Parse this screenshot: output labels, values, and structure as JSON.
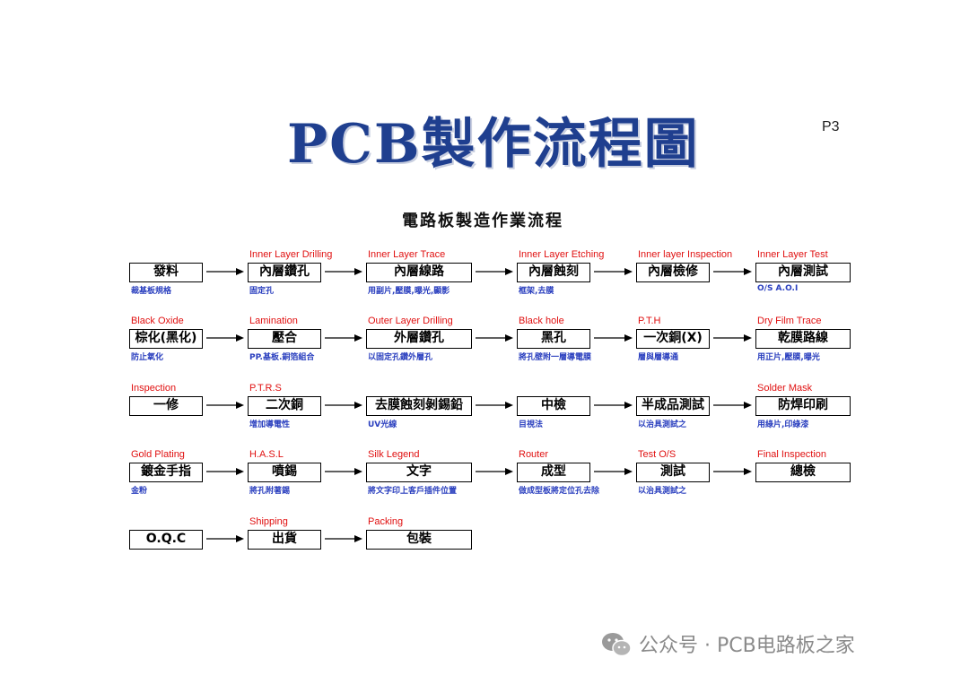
{
  "title": "PCB製作流程圖",
  "page_number": "P3",
  "subtitle": "電路板製造作業流程",
  "rows": [
    {
      "steps": [
        {
          "en": "",
          "zh": "發料",
          "note": "裁基板規格"
        },
        {
          "en": "Inner Layer Drilling",
          "zh": "內層鑽孔",
          "note": "固定孔"
        },
        {
          "en": "Inner Layer Trace",
          "zh": "內層線路",
          "note": "用副片,壓膜,曝光,顯影"
        },
        {
          "en": "Inner Layer Etching",
          "zh": "內層蝕刻",
          "note": "框架,去膜"
        },
        {
          "en": "Inner layer Inspection",
          "zh": "內層檢修",
          "note": ""
        },
        {
          "en": "Inner Layer Test",
          "zh": "內層測試",
          "note": "O/S A.O.I"
        }
      ]
    },
    {
      "steps": [
        {
          "en": "Black Oxide",
          "zh": "棕化(黑化)",
          "note": "防止氧化"
        },
        {
          "en": "Lamination",
          "zh": "壓合",
          "note": "PP.基板.銅箔組合"
        },
        {
          "en": "Outer Layer Drilling",
          "zh": "外層鑽孔",
          "note": "以固定孔鑽外層孔"
        },
        {
          "en": "Black hole",
          "zh": "黑孔",
          "note": "將孔壁附一層導電膜"
        },
        {
          "en": "P.T.H",
          "zh": "一次銅(X)",
          "note": "層與層導通"
        },
        {
          "en": "Dry Film Trace",
          "zh": "乾膜路線",
          "note": "用正片,壓膜,曝光"
        }
      ]
    },
    {
      "steps": [
        {
          "en": "Inspection",
          "zh": "一修",
          "note": ""
        },
        {
          "en": "P.T.R.S",
          "zh": "二次銅",
          "note": "增加導電性"
        },
        {
          "en": "",
          "zh": "去膜蝕刻剝錫鉛",
          "note": "UV光線"
        },
        {
          "en": "",
          "zh": "中檢",
          "note": "目視法"
        },
        {
          "en": "",
          "zh": "半成品測試",
          "note": "以治具測試之"
        },
        {
          "en": "Solder Mask",
          "zh": "防焊印刷",
          "note": "用綠片,印綠漆"
        }
      ]
    },
    {
      "steps": [
        {
          "en": "Gold Plating",
          "zh": "鍍金手指",
          "note": "金粉"
        },
        {
          "en": "H.A.S.L",
          "zh": "噴錫",
          "note": "將孔附著錫"
        },
        {
          "en": "Silk Legend",
          "zh": "文字",
          "note": "將文字印上客戶插件位置"
        },
        {
          "en": "Router",
          "zh": "成型",
          "note": "做成型板將定位孔去除"
        },
        {
          "en": "Test  O/S",
          "zh": "測試",
          "note": "以治具測試之"
        },
        {
          "en": "Final Inspection",
          "zh": "總檢",
          "note": ""
        }
      ]
    },
    {
      "steps": [
        {
          "en": "",
          "zh": "O.Q.C",
          "note": ""
        },
        {
          "en": "Shipping",
          "zh": "出貨",
          "note": ""
        },
        {
          "en": "Packing",
          "zh": "包裝",
          "note": ""
        }
      ]
    }
  ],
  "watermark": "公众号 · PCB电路板之家",
  "colors": {
    "title": "#1f3f8f",
    "english_label": "#e01010",
    "note": "#2a3fbf",
    "watermark": "#8a8a8a"
  },
  "icons": [
    "arrow-right-icon",
    "wechat-icon"
  ]
}
